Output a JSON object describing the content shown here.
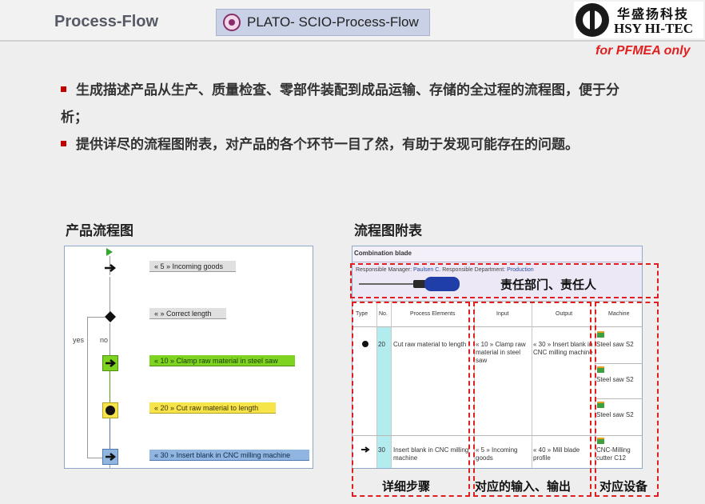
{
  "header": {
    "title": "Process-Flow",
    "badge_text": "PLATO- SCIO-Process-Flow",
    "logo_cn": "华盛扬科技",
    "logo_en": "HSY HI-TEC",
    "note": "for PFMEA only"
  },
  "bullets": [
    "生成描述产品从生产、质量检查、零部件装配到成品运输、存储的全过程的流程图，便于分析；",
    "提供详尽的流程图附表，对产品的各个环节一目了然，有助于发现可能存在的问题。"
  ],
  "left_heading": "产品流程图",
  "right_heading": "流程图附表",
  "flowchart": {
    "steps": [
      {
        "label": "« 5 »  Incoming goods",
        "color": "gray",
        "node": "arrow-icon"
      },
      {
        "label": "«  »  Correct length",
        "color": "gray",
        "node": "diamond-icon"
      },
      {
        "label": "« 10 »  Clamp raw material in steel saw",
        "color": "green",
        "node": "arrow-icon"
      },
      {
        "label": "« 20 »  Cut raw material to length",
        "color": "yellow",
        "node": "circle-icon"
      },
      {
        "label": "« 30 »  Insert blank in CNC milling machine",
        "color": "blue",
        "node": "arrow-icon"
      }
    ],
    "branch_yes": "yes",
    "branch_no": "no"
  },
  "table": {
    "title": "Combination blade",
    "manager_label": "Responsible Manager:",
    "manager_value": "Paulsen C.",
    "dept_label": "Responsible Department:",
    "dept_value": "Production",
    "columns": [
      "Type",
      "No.",
      "Process Elements",
      "Input",
      "Output",
      "Machine"
    ],
    "rows": [
      {
        "no": "20",
        "element": "Cut raw material to length",
        "input": "« 10 »  Clamp raw material in steel saw",
        "output": "« 30 »  Insert blank in CNC milling machine",
        "machines": [
          "Steel saw S2",
          "Steel saw S2",
          "Steel saw S2"
        ]
      },
      {
        "no": "30",
        "element": "Insert blank in CNC milling machine",
        "input": "« 5 »  Incoming goods",
        "output": "« 40 »  Mill blade profile",
        "machines": [
          "CNC-Milling cutter C12"
        ]
      }
    ]
  },
  "annotations": {
    "dept_person": "责任部门、责任人",
    "detail_steps": "详细步骤",
    "io": "对应的输入、输出",
    "equipment": "对应设备"
  },
  "colors": {
    "accent_red": "#e02020",
    "flow_green": "#7ed321",
    "flow_yellow": "#f7e44a",
    "flow_blue": "#8fb5e0",
    "table_cyan": "#b2ecee"
  }
}
